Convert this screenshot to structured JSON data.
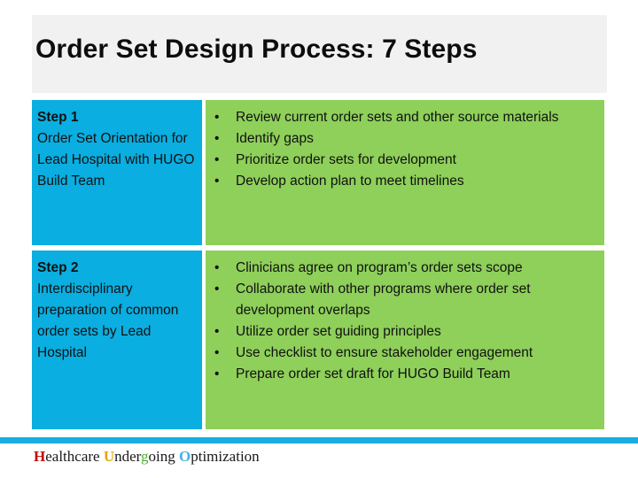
{
  "slide": {
    "title": "Order Set Design Process: 7 Steps"
  },
  "steps": [
    {
      "name": "Step 1",
      "description": "Order Set Orientation for Lead Hospital with HUGO Build Team",
      "bullets": [
        "Review current order sets and other source materials",
        "Identify gaps",
        "Prioritize order sets for development",
        "Develop action plan to meet timelines"
      ]
    },
    {
      "name": "Step 2",
      "description": "Interdisciplinary preparation of common order sets by Lead Hospital",
      "bullets": [
        "Clinicians agree on program’s order sets scope",
        "Collaborate with other programs where order set development overlaps",
        "Utilize order set guiding principles",
        "Use checklist to ensure stakeholder engagement",
        "Prepare order set draft for HUGO Build Team"
      ]
    }
  ],
  "bullet_glyph": "•",
  "footer": {
    "segments": [
      {
        "text": "H",
        "style": "cap-h"
      },
      {
        "text": "ealthcare ",
        "style": "plain"
      },
      {
        "text": "U",
        "style": "cap-u"
      },
      {
        "text": "nder",
        "style": "plain"
      },
      {
        "text": "g",
        "style": "letter-g"
      },
      {
        "text": "oing ",
        "style": "plain"
      },
      {
        "text": "O",
        "style": "cap-o"
      },
      {
        "text": "ptimization",
        "style": "plain"
      }
    ],
    "full_text": "Healthcare Undergoing Optimization"
  },
  "colors": {
    "title_band": "#f1f1f1",
    "step_label_blue": "#0aaee0",
    "step_bullets_green": "#8ed05a",
    "footer_rule_blue": "#18aee4",
    "footer_h_red": "#c00000",
    "footer_u_gold": "#e0a800",
    "footer_g_green": "#4caf28",
    "footer_o_blue": "#45b0e0"
  }
}
